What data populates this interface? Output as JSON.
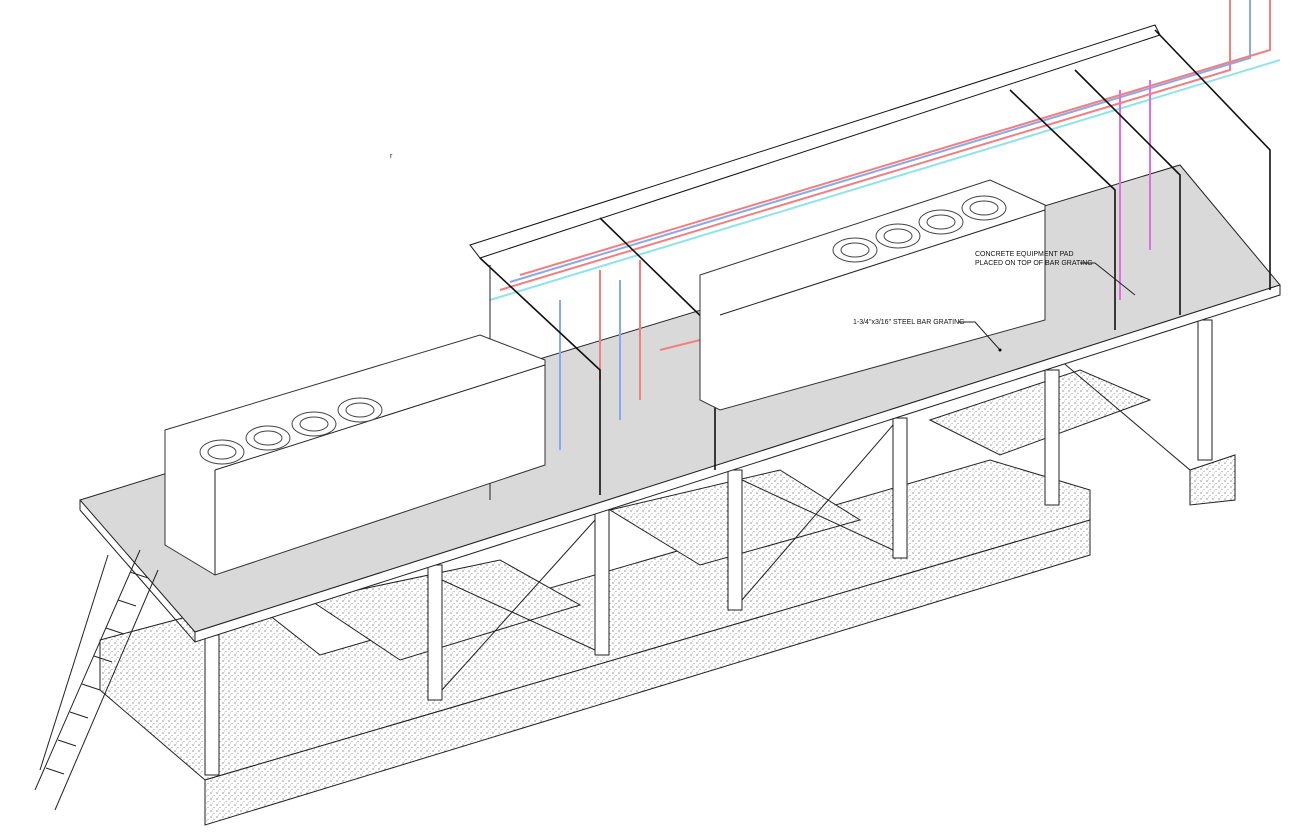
{
  "drawing": {
    "stray_mark": "r",
    "annotations": [
      {
        "line1": "CONCRETE EQUIPMENT PAD",
        "line2": "PLACED ON TOP OF BAR GRATING"
      },
      {
        "line1": "1-3/4\"x3/16\" STEEL BAR GRATING"
      }
    ],
    "colors": {
      "deck": "#d9d9d9",
      "pipe_red": "#f08080",
      "pipe_blue": "#8aa8f0",
      "pipe_cyan": "#8fe3ea",
      "pipe_magenta": "#e070e0"
    }
  }
}
